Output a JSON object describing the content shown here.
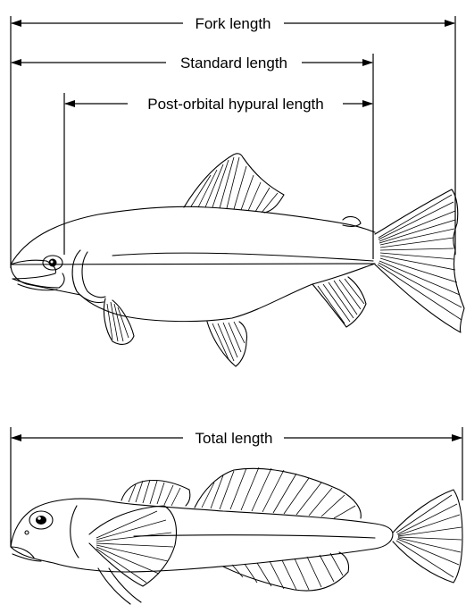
{
  "measurements": {
    "fork": "Fork length",
    "standard": "Standard length",
    "post_orbital": "Post-orbital hypural length",
    "total": "Total length"
  },
  "figures": {
    "upper": "salmonid fish outline",
    "lower": "sculpin fish outline"
  }
}
